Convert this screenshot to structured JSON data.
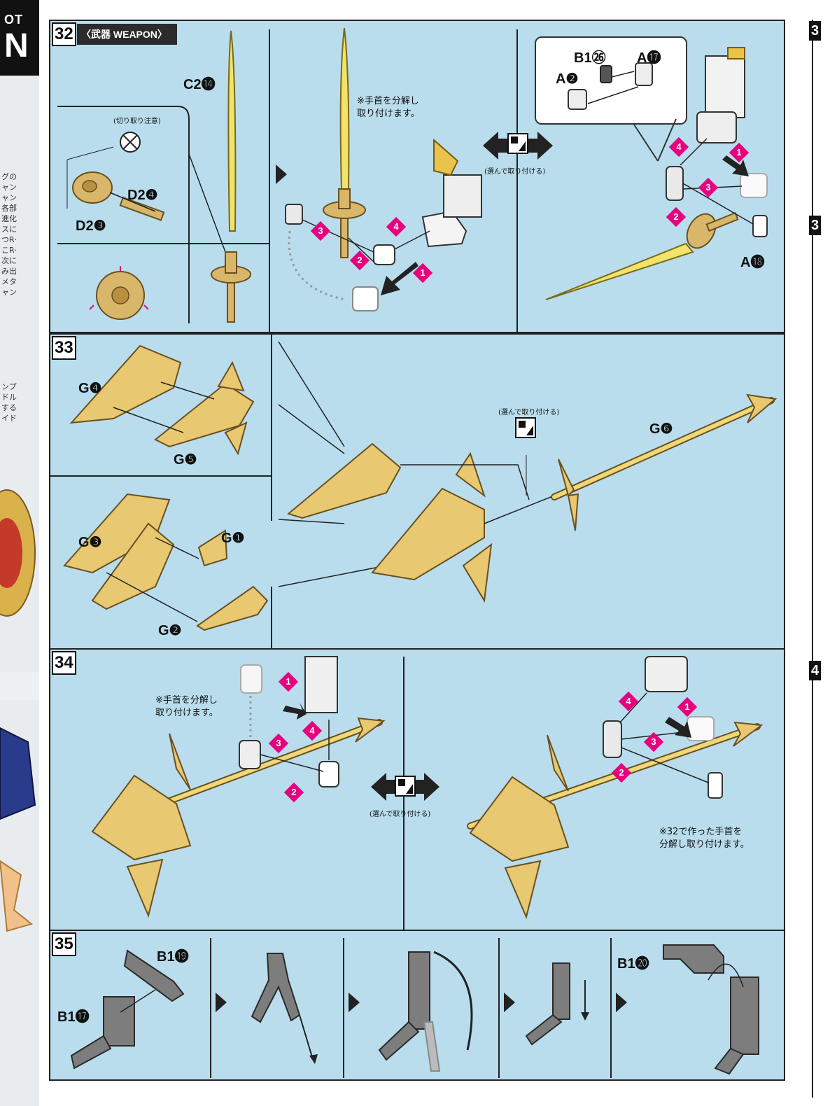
{
  "header": {
    "brand_top": "OT",
    "brand_big": "N"
  },
  "left_strip": {
    "lines": [
      "グの",
      "ャン",
      "ャン",
      "各部",
      "進化",
      "スに",
      "つR·",
      "こR·",
      "次に",
      "み出",
      "メタ",
      "ャン"
    ],
    "lines2": [
      "ンプ",
      "ドル",
      "する",
      "イド"
    ]
  },
  "step32": {
    "number": "32",
    "title": "〈武器 WEAPON〉",
    "part_c2": "C2⓮",
    "part_d2a": "D2❹",
    "part_d2b": "D2❸",
    "cut_note": "(切り取り注意)",
    "hand_note_line1": "※手首を分解し",
    "hand_note_line2": "取り付けます。",
    "choose_label": "(選んで取り付ける)",
    "part_b1": "B1㉖",
    "part_a17": "A⓱",
    "part_a2": "A❷",
    "part_a18": "A⓲"
  },
  "step33": {
    "number": "33",
    "part_g4": "G❹",
    "part_g5": "G❺",
    "part_g3": "G❸",
    "part_g1": "G❶",
    "part_g2": "G❷",
    "part_g6": "G❻",
    "choose_label": "(選んで取り付ける)"
  },
  "step34": {
    "number": "34",
    "hand_note_line1": "※手首を分解し",
    "hand_note_line2": "取り付けます。",
    "choose_label": "(選んで取り付ける)",
    "ref_note_line1": "※32で作った手首を",
    "ref_note_line2": "分解し取り付けます。"
  },
  "step35": {
    "number": "35",
    "part_b19": "B1⓳",
    "part_b17": "B1⓱",
    "part_b20": "B1⓴"
  },
  "right_strip": {
    "numbers": [
      "3",
      "3",
      "4"
    ]
  },
  "colors": {
    "panel_bg": "#b9dded",
    "accent": "#e6007e",
    "gold": "#d9b76a",
    "yellow": "#f2e46a",
    "grey": "#7d7d7d"
  }
}
